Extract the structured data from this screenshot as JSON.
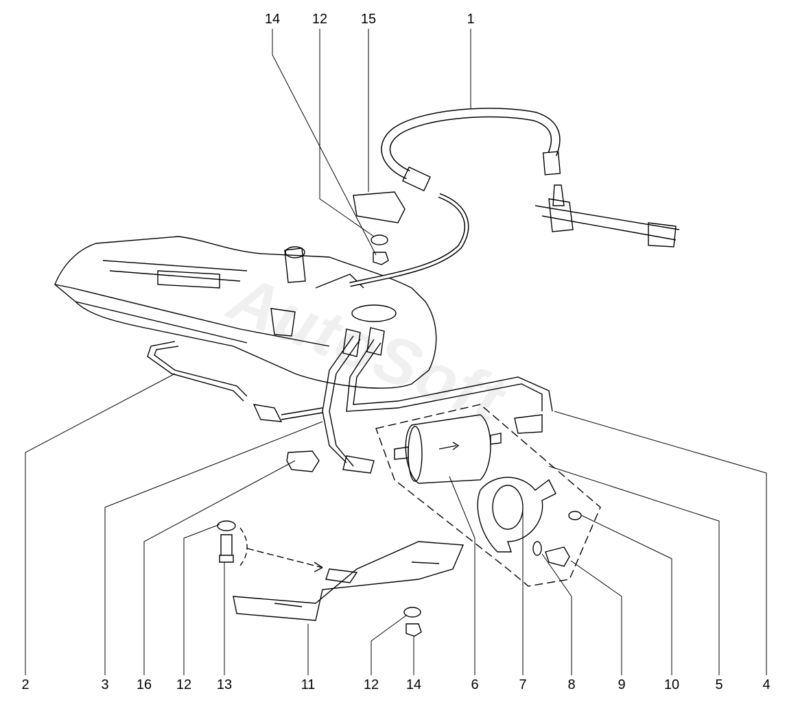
{
  "watermark": "AutoSoft",
  "callouts_top": [
    "14",
    "12",
    "15",
    "1"
  ],
  "callouts_bottom": [
    "2",
    "3",
    "16",
    "12",
    "13",
    "11",
    "12",
    "14",
    "6",
    "7",
    "8",
    "9",
    "10",
    "5",
    "4"
  ]
}
